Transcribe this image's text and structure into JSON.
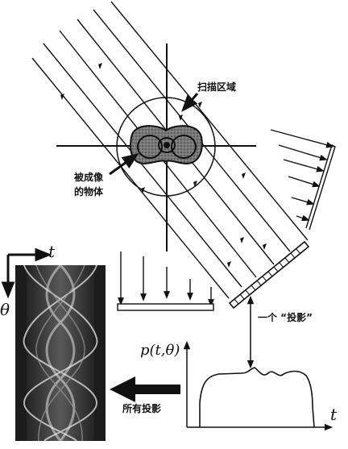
{
  "labels": {
    "scan_region": "扫描区域",
    "object_line1": "被成像",
    "object_line2": "的物体",
    "one_projection": "一个 “投影”",
    "all_projections": "所有投影",
    "p_func": "p(t,θ)",
    "t_axis": "t",
    "t_sinogram": "t",
    "theta_sinogram": "θ"
  },
  "colors": {
    "ink": "#111111",
    "object_fill": "#6e6e6e",
    "sinogram_bg": "#1c1c1c"
  }
}
